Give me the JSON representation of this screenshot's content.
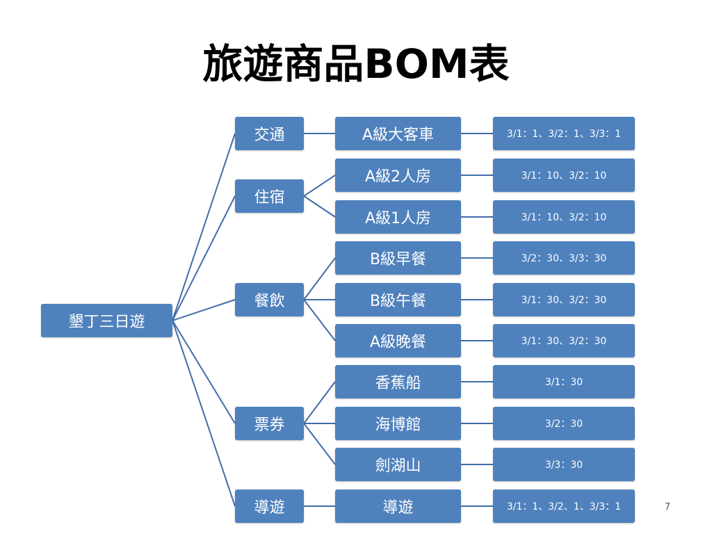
{
  "title": "旅遊商品BOM表",
  "page_number": "7",
  "colors": {
    "node_fill": "#4f81bd",
    "connector": "#3f6da8",
    "node_text": "#ffffff"
  },
  "tree": {
    "root": "墾丁三日遊",
    "categories": [
      {
        "label": "交通",
        "items": [
          {
            "label": "A級大客車",
            "spec": "3/1：1、3/2：1、3/3：1"
          }
        ]
      },
      {
        "label": "住宿",
        "items": [
          {
            "label": "A級2人房",
            "spec": "3/1：10、3/2：10"
          },
          {
            "label": "A級1人房",
            "spec": "3/1：10、3/2：10"
          }
        ]
      },
      {
        "label": "餐飲",
        "items": [
          {
            "label": "B級早餐",
            "spec": "3/2：30、3/3：30"
          },
          {
            "label": "B級午餐",
            "spec": "3/1：30、3/2：30"
          },
          {
            "label": "A級晚餐",
            "spec": "3/1：30、3/2：30"
          }
        ]
      },
      {
        "label": "票券",
        "items": [
          {
            "label": "香蕉船",
            "spec": "3/1：30"
          },
          {
            "label": "海博館",
            "spec": "3/2：30"
          },
          {
            "label": "劍湖山",
            "spec": "3/3：30"
          }
        ]
      },
      {
        "label": "導遊",
        "items": [
          {
            "label": "導遊",
            "spec": "3/1：1、3/2、1、3/3：1"
          }
        ]
      }
    ]
  }
}
